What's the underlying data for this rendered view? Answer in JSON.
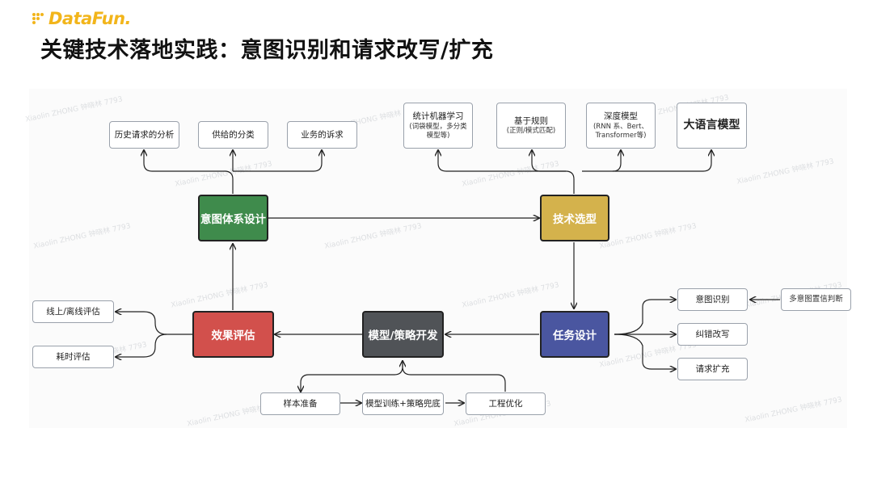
{
  "header": {
    "logo": "DataFun.",
    "title": "关键技术落地实践：意图识别和请求改写/扩充"
  },
  "colors": {
    "intent_design": "#3f8b4c",
    "tech_select": "#d4b24c",
    "task_design": "#4a56a0",
    "model_dev": "#505357",
    "eval": "#d2504c",
    "logo": "#f2b51b"
  },
  "nodes": {
    "intent_design": "意图体系设计",
    "tech_select": "技术选型",
    "task_design": "任务设计",
    "model_dev": "模型/策略开发",
    "eval": "效果评估",
    "history": "历史请求的分析",
    "supply": "供给的分类",
    "business": "业务的诉求",
    "stat_ml": {
      "title": "统计机器学习",
      "sub1": "(词袋模型，多分类",
      "sub2": "模型等)"
    },
    "rules": {
      "title": "基于规则",
      "sub1": "(正则/模式匹配)"
    },
    "deep": {
      "title": "深度模型",
      "sub1": "(RNN 系、Bert、",
      "sub2": "Transformer等)"
    },
    "llm": "大语言模型",
    "intent_rec": "意图识别",
    "multi_intent": "多意图置信判断",
    "correction": "纠错改写",
    "expansion": "请求扩充",
    "online_eval": "线上/离线评估",
    "latency_eval": "耗时评估",
    "sample_prep": "样本准备",
    "training": "模型训练+策略兜底",
    "engineering": "工程优化"
  },
  "watermark": "Xiaolin ZHONG 钟晓林 7793"
}
